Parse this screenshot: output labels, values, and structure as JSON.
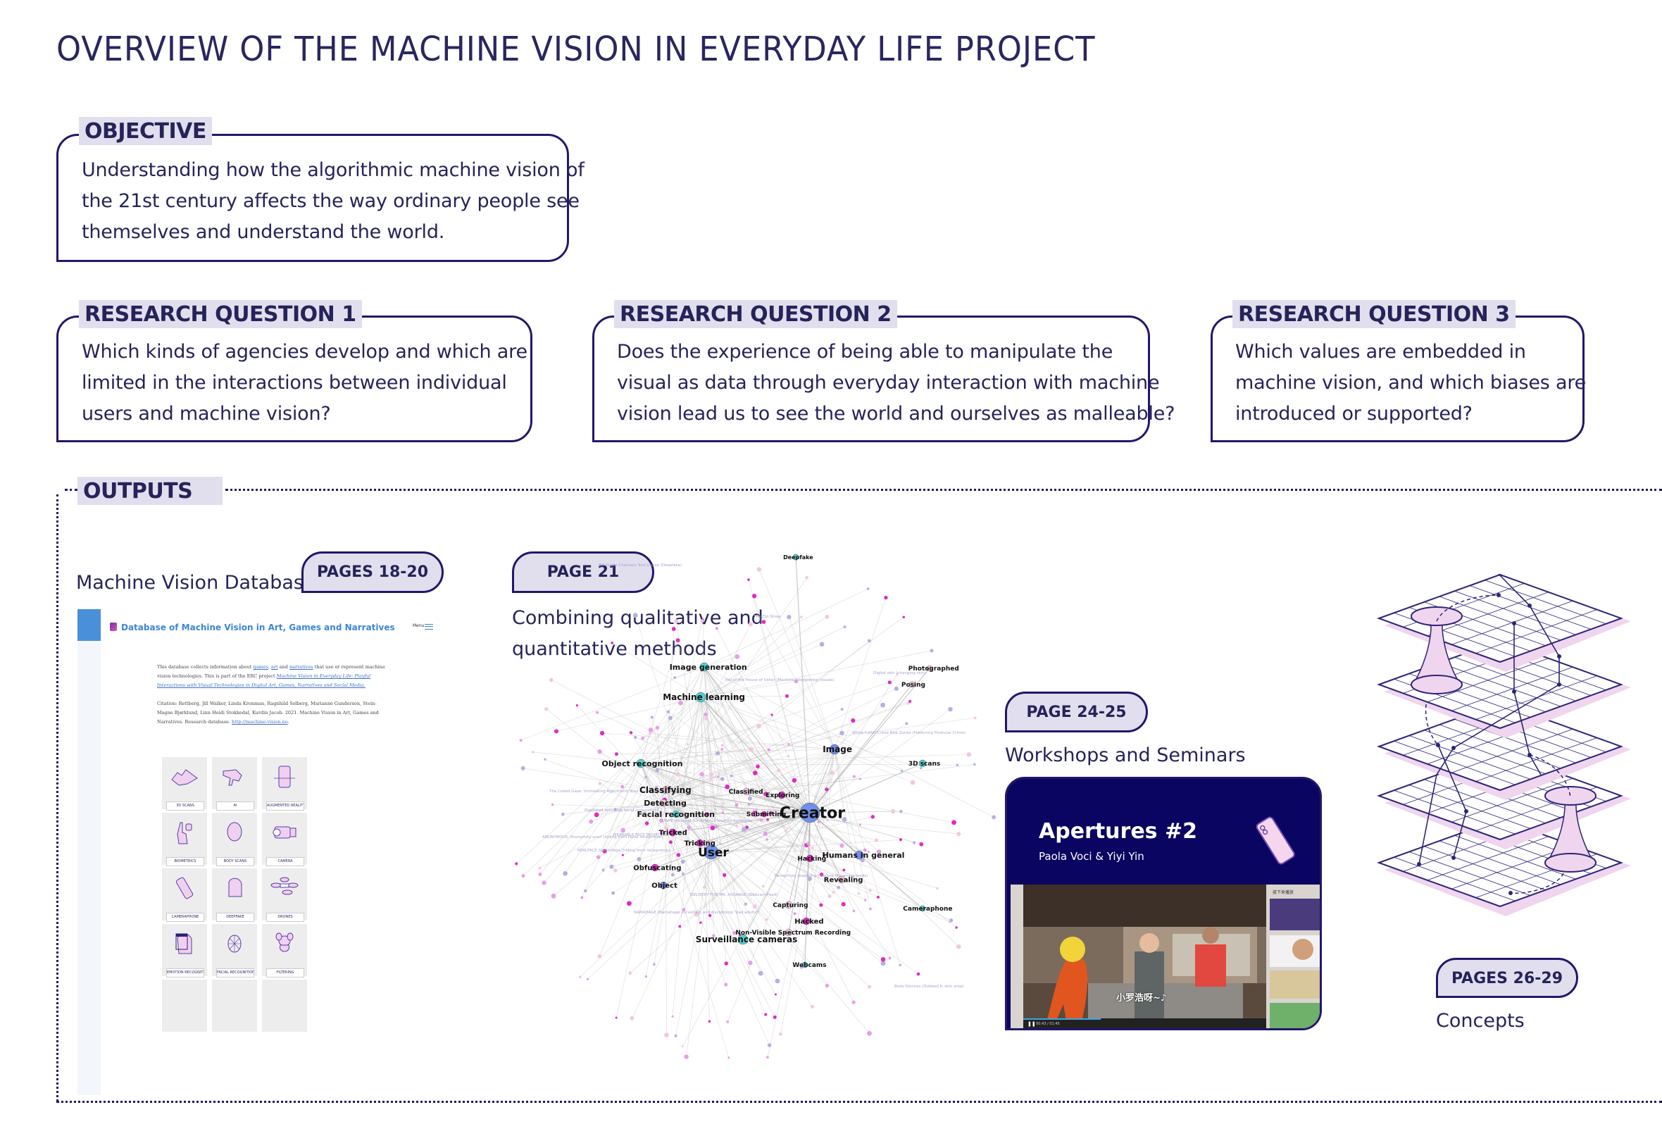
{
  "page_title": "OVERVIEW OF THE MACHINE VISION IN EVERYDAY LIFE PROJECT",
  "colors": {
    "navy": "#22176b",
    "text": "#26235a",
    "tag_bg": "#e1dfee",
    "card_bg": "#0a0560",
    "accent_pink": "#e9c8ea",
    "db_blue": "#3d86d6"
  },
  "objective": {
    "label": "OBJECTIVE",
    "lines": [
      "Understanding how the algorithmic machine vision of",
      "the 21st century affects the way ordinary people see",
      "themselves and understand the world."
    ]
  },
  "research_questions": [
    {
      "label": "RESEARCH QUESTION 1",
      "lines": [
        "Which kinds of agencies develop and which are",
        "limited in the interactions between individual",
        "users and machine vision?"
      ]
    },
    {
      "label": "RESEARCH QUESTION 2",
      "lines": [
        "Does the experience of being able to manipulate the",
        "visual as data through everyday interaction with machine",
        "vision lead us to see the world and ourselves as malleable?"
      ]
    },
    {
      "label": "RESEARCH QUESTION 3",
      "lines": [
        "Which values are embedded in",
        "machine vision, and which biases are",
        "introduced or supported?"
      ]
    }
  ],
  "outputs": {
    "label": "OUTPUTS",
    "database": {
      "title": "Machine Vision Database",
      "pages": "PAGES 18-20",
      "screenshot": {
        "site_title": "Database of Machine Vision in Art, Games and Narratives",
        "menu_label": "Menu",
        "intro_before": "This database collects information about ",
        "intro_links": [
          "games",
          "art",
          "narratives"
        ],
        "intro_mid": " that use or represent machine vision technologies. This is part of the ERC project ",
        "project_link": "Machine Vision in Everyday Life: Playful Interactions with Visual Technologies in Digital Art, Games, Narratives and Social Media.",
        "citation": "Citation: Rettberg, Jill Walker, Linda Kronman, Ragnhild Solberg, Marianne Gunderson, Stein-Magne Bjørklund, Linn Heidi Stokkedal, Kurdin Jacob. 2021. Machine Vision in Art, Games and Narratives. Research database. ",
        "citation_link": "http://machine-vision.no",
        "tiles": [
          "3D SCANS",
          "AI",
          "AUGMENTED REALITY",
          "BIOMETRICS",
          "BODY SCANS",
          "CAMERA",
          "CAMERAPHONE",
          "DEEPFAKE",
          "DRONES",
          "EMOTION RECOGNITION",
          "FACIAL RECOGNITION",
          "FILTERING"
        ]
      }
    },
    "methods": {
      "pages": "PAGE 21",
      "title_lines": [
        "Combining qualitative and",
        "quantitative methods"
      ],
      "network_labels_major": [
        "Creator",
        "User",
        "Image",
        "Machine learning",
        "Image generation",
        "Object recognition",
        "Classifying",
        "Detecting",
        "Facial recognition",
        "Tricked",
        "Tricking",
        "Obfuscating",
        "Object",
        "Humans in general",
        "Surveillance cameras",
        "Revealing",
        "Hacked",
        "3D scans",
        "Deepfake",
        "Classified",
        "Exploring",
        "Hacking",
        "Submitting",
        "Photographed",
        "Posing",
        "Capturing",
        "Cameraphone",
        "Webcams",
        "Non-Visible Spectrum Recording"
      ],
      "network_labels_minor": [
        "Bill Hader Channels Tom Cruise (Deepfake)",
        "The Zizi Show",
        "Digital skin (changing skin)",
        "Fall of the House of Usher (Machine interpreting visuals)",
        "The Coded Gaze: Unmasking Algorithmic Bias (face detection failing)",
        "Pixelhead (avoiding facial recognition)",
        "ANONYMOUS: Anonymity scarf (hiding from facial recognition)",
        "REALFACE Glamoflage (hiding from recognition)",
        "URME Personal Surveillance Identity Prosthetic",
        "WEARABLE FACE PROJECTOR",
        "NAMAHAGE (Namahage surveilling and disciplining \"bad adults\")",
        "DELIVERY FOR MR. ASSANGE (Webcam Feed)",
        "Panopticon (exposing insecure IP-camera feeds)",
        "Body Devices (Dubbed in skin area)",
        "White Collar Crime Risk Zones (Predicting Financial Crime)"
      ]
    },
    "workshops": {
      "pages": "PAGE 24-25",
      "title": "Workshops and Seminars",
      "card_title": "Apertures #2",
      "card_subtitle": "Paola Voci & Yiyi Yin",
      "video_caption": "小罗浩呀~♪",
      "video_time": "00:43 / 01:45",
      "sidebar_label": "接下来播放"
    },
    "concepts": {
      "pages": "PAGES 26-29",
      "title": "Concepts"
    }
  }
}
